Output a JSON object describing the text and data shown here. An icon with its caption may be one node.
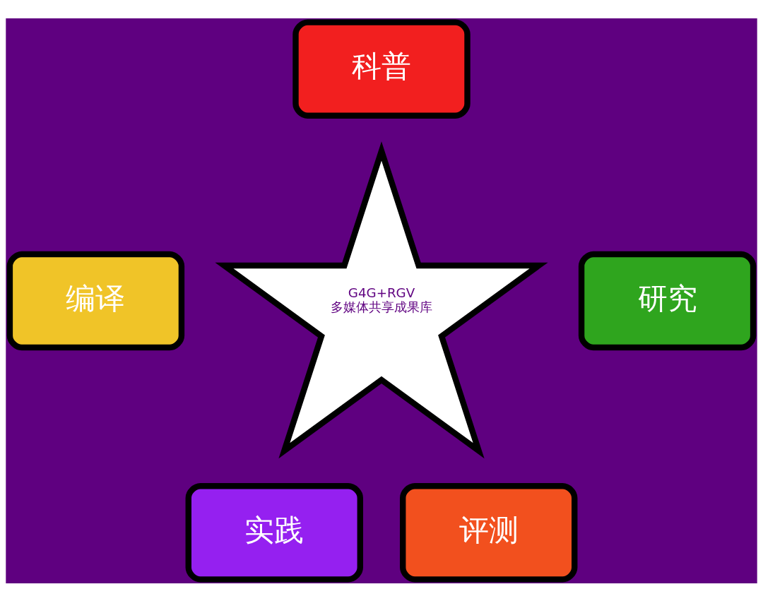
{
  "diagram": {
    "nodes": [
      {
        "text": [
          "科普"
        ]
      },
      {
        "text": [
          "编译"
        ]
      },
      {
        "text": [
          "G4G+RGV 多媒体共享成果库"
        ]
      },
      {
        "text": [
          "研究"
        ]
      },
      {
        "text": [
          "实践"
        ]
      },
      {
        "text": [
          "评测"
        ]
      }
    ],
    "edges": []
  }
}
